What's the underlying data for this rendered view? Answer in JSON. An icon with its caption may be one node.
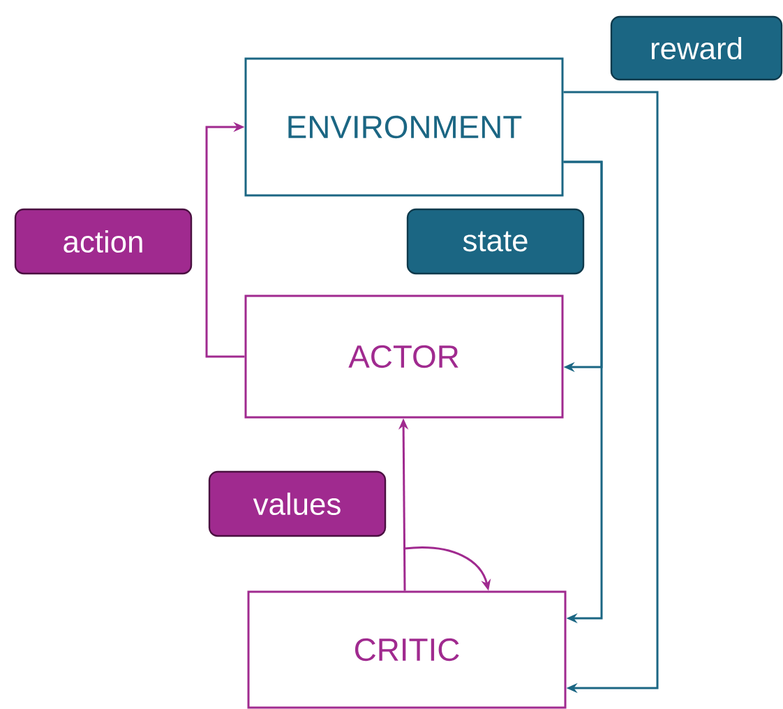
{
  "diagram": {
    "nodes": [
      {
        "text": [
          "reward"
        ]
      },
      {
        "text": [
          "ENVIRONMENT"
        ]
      },
      {
        "text": [
          "action"
        ]
      },
      {
        "text": [
          "state"
        ]
      },
      {
        "text": [
          "ACTOR"
        ]
      },
      {
        "text": [
          "values"
        ]
      },
      {
        "text": [
          "CRITIC"
        ]
      }
    ],
    "edges": [
      {
        "from": 4,
        "to": 1,
        "arrow": "to",
        "color": "#a02a8f"
      },
      {
        "from": 1,
        "to": 4,
        "arrow": "to",
        "color": "#1b6683"
      },
      {
        "from": 1,
        "to": 6,
        "arrow": "to",
        "color": "#1b6683"
      },
      {
        "from": 1,
        "to": 6,
        "arrow": "to",
        "color": "#1b6683"
      },
      {
        "from": 6,
        "to": 4,
        "arrow": "to",
        "color": "#a02a8f"
      },
      {
        "from": null,
        "to": 6,
        "arrow": "to",
        "color": "#a02a8f"
      }
    ]
  }
}
